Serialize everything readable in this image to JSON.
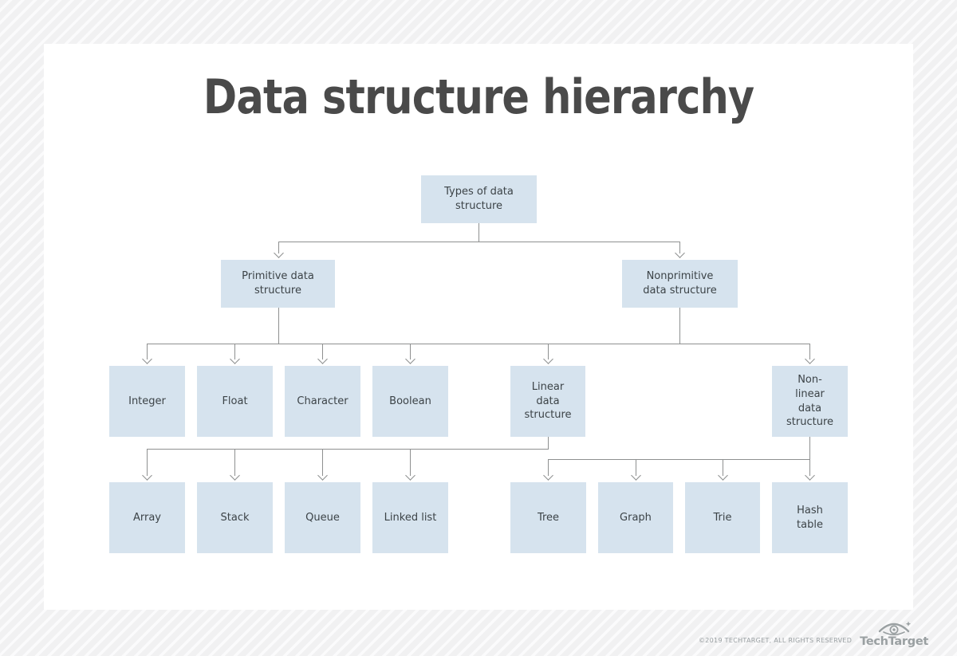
{
  "page": {
    "title": "Data structure hierarchy"
  },
  "diagram": {
    "type": "hierarchy-tree",
    "nodes": {
      "root": {
        "label": "Types of data\nstructure"
      },
      "primitive": {
        "label": "Primitive data\nstructure"
      },
      "nonprimitive": {
        "label": "Nonprimitive\ndata structure"
      },
      "integer": {
        "label": "Integer"
      },
      "float": {
        "label": "Float"
      },
      "character": {
        "label": "Character"
      },
      "boolean": {
        "label": "Boolean"
      },
      "linear": {
        "label": "Linear\ndata\nstructure"
      },
      "nonlinear": {
        "label": "Non-\nlinear\ndata\nstructure"
      },
      "array": {
        "label": "Array"
      },
      "stack": {
        "label": "Stack"
      },
      "queue": {
        "label": "Queue"
      },
      "linked_list": {
        "label": "Linked list"
      },
      "tree": {
        "label": "Tree"
      },
      "graph": {
        "label": "Graph"
      },
      "trie": {
        "label": "Trie"
      },
      "hash_table": {
        "label": "Hash\ntable"
      }
    },
    "edges": [
      [
        "root",
        "primitive"
      ],
      [
        "root",
        "nonprimitive"
      ],
      [
        "primitive",
        "integer"
      ],
      [
        "primitive",
        "float"
      ],
      [
        "primitive",
        "character"
      ],
      [
        "primitive",
        "boolean"
      ],
      [
        "nonprimitive",
        "linear"
      ],
      [
        "nonprimitive",
        "nonlinear"
      ],
      [
        "linear",
        "array"
      ],
      [
        "linear",
        "stack"
      ],
      [
        "linear",
        "queue"
      ],
      [
        "linear",
        "linked_list"
      ],
      [
        "nonlinear",
        "tree"
      ],
      [
        "nonlinear",
        "graph"
      ],
      [
        "nonlinear",
        "trie"
      ],
      [
        "nonlinear",
        "hash_table"
      ]
    ]
  },
  "footer": {
    "copyright": "©2019 TECHTARGET, ALL RIGHTS RESERVED",
    "brand": "TechTarget",
    "logo_icon": "eye-target-icon"
  },
  "colors": {
    "node_fill": "#d6e3ee",
    "node_text": "#3c4347",
    "connector": "#8e9090",
    "title_text": "#4a4a4a",
    "card_bg": "#ffffff",
    "page_stripe_dark": "#f1f1f2",
    "page_stripe_light": "#fbfbfc",
    "footer_text": "#9aa0a3"
  }
}
